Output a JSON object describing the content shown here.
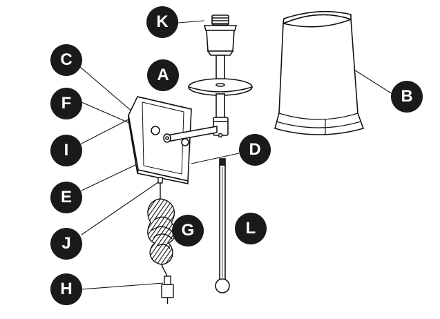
{
  "diagram": {
    "labels": {
      "A": "A",
      "B": "B",
      "C": "C",
      "D": "D",
      "E": "E",
      "F": "F",
      "G": "G",
      "H": "H",
      "I": "I",
      "J": "J",
      "K": "K",
      "L": "L"
    },
    "badge_color": "#1a1a1a",
    "line_color": "#111111"
  }
}
